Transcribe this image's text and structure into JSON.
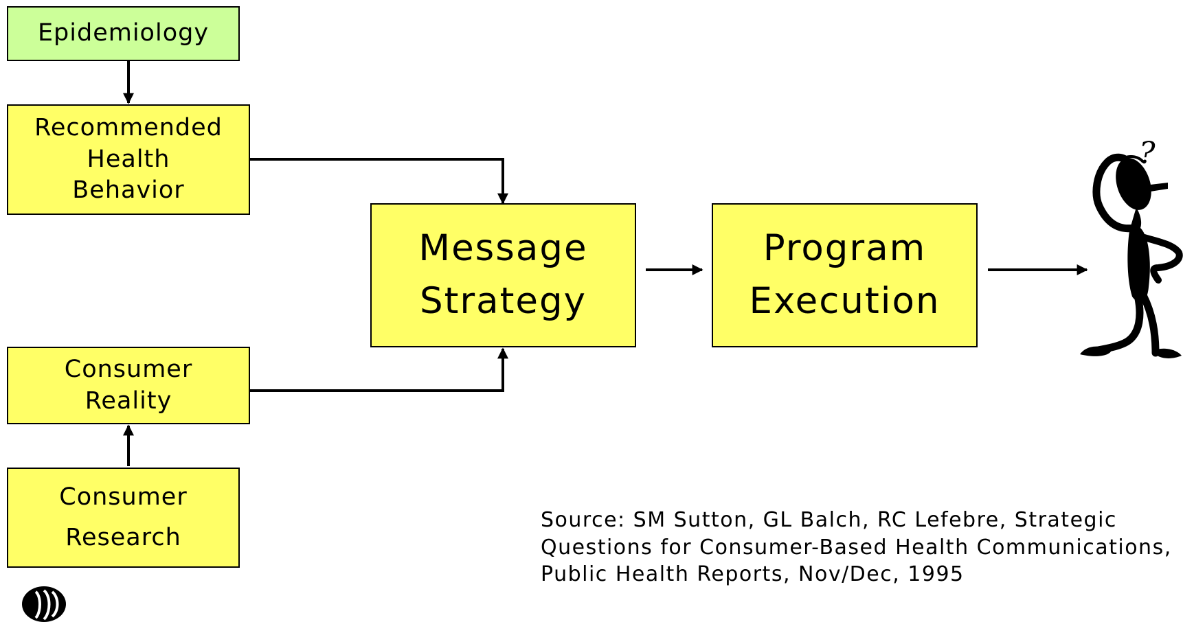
{
  "nodes": {
    "epidemiology": "Epidemiology",
    "recommended": [
      "Recommended",
      "Health",
      "Behavior"
    ],
    "message": [
      "Message",
      "Strategy"
    ],
    "program": [
      "Program",
      "Execution"
    ],
    "reality": [
      "Consumer",
      "Reality"
    ],
    "research": [
      "Consumer",
      "Research"
    ]
  },
  "person": {
    "question_mark": "?"
  },
  "source": "Source: SM Sutton, GL Balch, RC Lefebre, Strategic Questions for Consumer-Based Health Communications, Public Health Reports, Nov/Dec, 1995",
  "colors": {
    "yellow": "#ffff66",
    "green": "#ccff99",
    "stroke": "#000000"
  }
}
